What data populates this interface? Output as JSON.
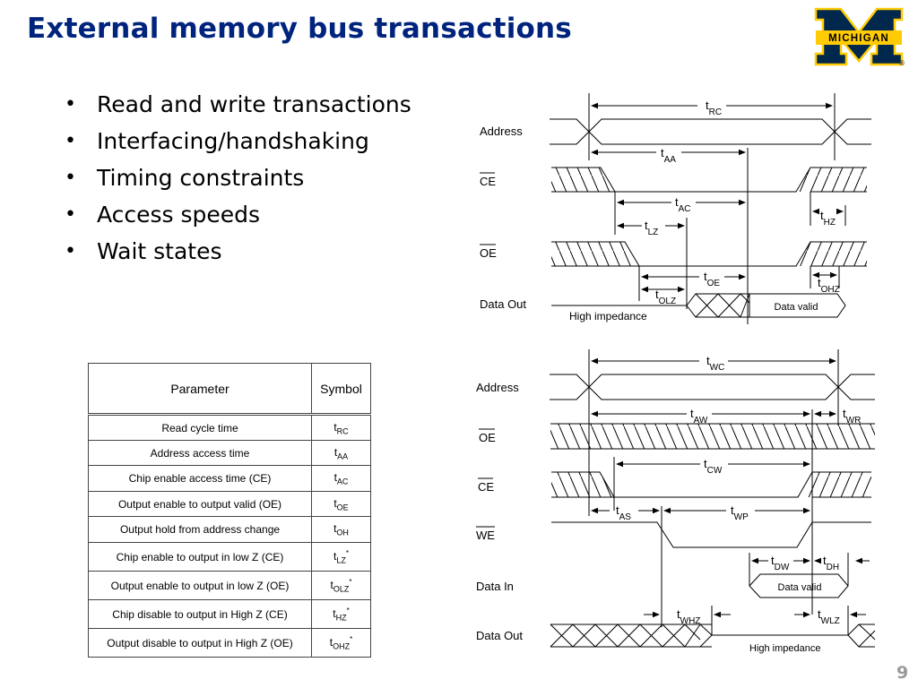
{
  "slide": {
    "title": "External memory bus transactions",
    "page_number": "9"
  },
  "logo": {
    "text": "MICHIGAN",
    "registered": "®",
    "maize": "#ffcb05",
    "blue": "#00274c"
  },
  "bullets": [
    "Read and write transactions",
    "Interfacing/handshaking",
    "Timing constraints",
    "Access speeds",
    "Wait states"
  ],
  "read_cycle": {
    "signals": [
      "Address",
      "CE",
      "OE",
      "Data Out"
    ],
    "timings": {
      "trc": {
        "t": "t",
        "sub": "RC"
      },
      "taa": {
        "t": "t",
        "sub": "AA"
      },
      "tac": {
        "t": "t",
        "sub": "AC"
      },
      "thz": {
        "t": "t",
        "sub": "HZ"
      },
      "tlz": {
        "t": "t",
        "sub": "LZ"
      },
      "toe": {
        "t": "t",
        "sub": "OE"
      },
      "tohz": {
        "t": "t",
        "sub": "OHZ"
      },
      "tolz": {
        "t": "t",
        "sub": "OLZ"
      }
    },
    "high_impedance": "High impedance",
    "data_valid": "Data valid"
  },
  "write_cycle": {
    "signals": [
      "Address",
      "OE",
      "CE",
      "WE",
      "Data In",
      "Data Out"
    ],
    "timings": {
      "twc": {
        "t": "t",
        "sub": "WC"
      },
      "taw": {
        "t": "t",
        "sub": "AW"
      },
      "twr": {
        "t": "t",
        "sub": "WR"
      },
      "tcw": {
        "t": "t",
        "sub": "CW"
      },
      "tas": {
        "t": "t",
        "sub": "AS"
      },
      "twp": {
        "t": "t",
        "sub": "WP"
      },
      "tdw": {
        "t": "t",
        "sub": "DW"
      },
      "tdh": {
        "t": "t",
        "sub": "DH"
      },
      "twhz": {
        "t": "t",
        "sub": "WHZ"
      },
      "twlz": {
        "t": "t",
        "sub": "WLZ"
      }
    },
    "data_valid": "Data valid",
    "high_impedance": "High impedance"
  },
  "table": {
    "headers": [
      "Parameter",
      "Symbol"
    ],
    "rows": [
      {
        "param": "Read cycle time",
        "sym": "t",
        "sub": "RC",
        "star": ""
      },
      {
        "param": "Address access time",
        "sym": "t",
        "sub": "AA",
        "star": ""
      },
      {
        "param": "Chip enable access time (CE)",
        "sym": "t",
        "sub": "AC",
        "star": ""
      },
      {
        "param": "Output enable to output valid (OE)",
        "sym": "t",
        "sub": "OE",
        "star": ""
      },
      {
        "param": "Output hold from address change",
        "sym": "t",
        "sub": "OH",
        "star": ""
      },
      {
        "param": "Chip enable to output in low Z (CE)",
        "sym": "t",
        "sub": "LZ",
        "star": "*"
      },
      {
        "param": "Output enable to output in low Z (OE)",
        "sym": "t",
        "sub": "OLZ",
        "star": "*"
      },
      {
        "param": "Chip disable to output in High Z (CE)",
        "sym": "t",
        "sub": "HZ",
        "star": "*"
      },
      {
        "param": "Output disable to output in High Z (OE)",
        "sym": "t",
        "sub": "OHZ",
        "star": "*"
      }
    ]
  }
}
